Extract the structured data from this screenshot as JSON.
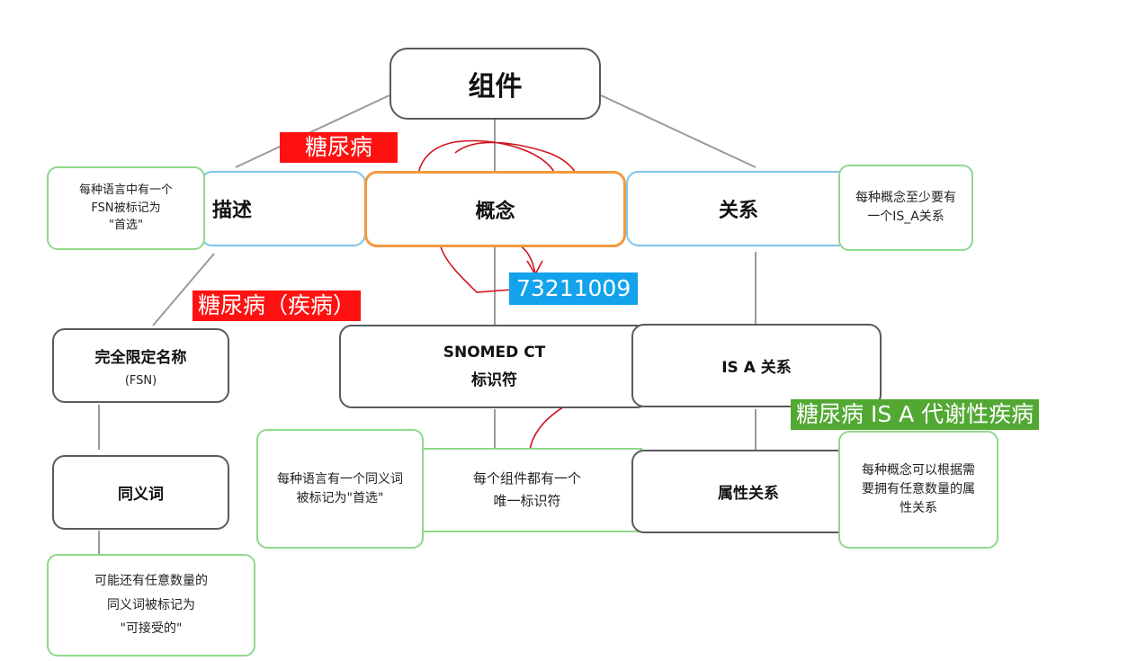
{
  "nodes": {
    "root": "组件",
    "description": "描述",
    "concept": "概念",
    "relationship": "关系",
    "fsn_title": "完全限定名称",
    "fsn_sub": "(FSN)",
    "synonym": "同义词",
    "sctid_line1": "SNOMED CT",
    "sctid_line2": "标识符",
    "isa": "IS A 关系",
    "attribute": "属性关系"
  },
  "notes": {
    "description_note": [
      "每种语言中有一个",
      "FSN被标记为",
      "\"首选\""
    ],
    "relationship_note": [
      "每种概念至少要有",
      "一个IS_A关系"
    ],
    "synonym_note": [
      "可能还有任意数量的",
      "同义词被标记为",
      "\"可接受的\""
    ],
    "preferred_note": [
      "每种语言有一个同义词",
      "被标记为\"首选\""
    ],
    "identifier_note": [
      "每个组件都有一个",
      "唯一标识符"
    ],
    "attribute_note": [
      "每种概念可以根据需",
      "要拥有任意数量的属",
      "性关系"
    ]
  },
  "labels": {
    "term": "糖尿病",
    "fsn_term": "糖尿病（疾病）",
    "concept_id": "73211009",
    "isa_example": "糖尿病 IS A 代谢性疾病"
  },
  "colors": {
    "red_label": "#ff1111",
    "blue_label": "#13a2ec",
    "green_label": "#52a832",
    "note_border": "#8fd88a",
    "concept_border": "#f19a3e",
    "description_border": "#7cc5e8",
    "annotation_ink": "#d0141d"
  }
}
